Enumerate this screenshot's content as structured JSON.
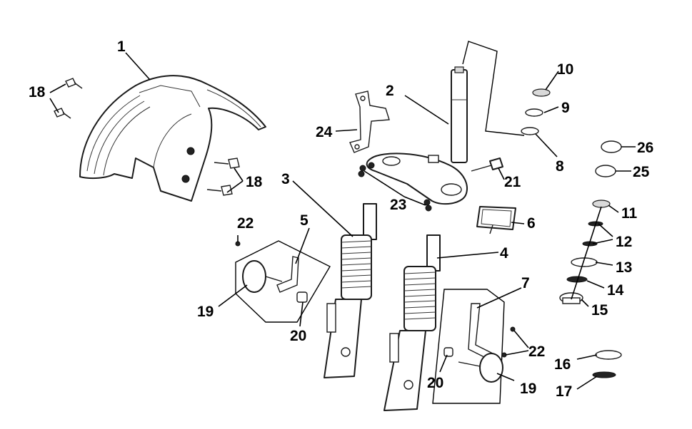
{
  "callouts": [
    {
      "id": "c1",
      "text": "1"
    },
    {
      "id": "c2",
      "text": "2"
    },
    {
      "id": "c3",
      "text": "3"
    },
    {
      "id": "c4",
      "text": "4"
    },
    {
      "id": "c5",
      "text": "5"
    },
    {
      "id": "c6",
      "text": "6"
    },
    {
      "id": "c7",
      "text": "7"
    },
    {
      "id": "c8",
      "text": "8"
    },
    {
      "id": "c9",
      "text": "9"
    },
    {
      "id": "c10",
      "text": "10"
    },
    {
      "id": "c11",
      "text": "11"
    },
    {
      "id": "c12",
      "text": "12"
    },
    {
      "id": "c13",
      "text": "13"
    },
    {
      "id": "c14",
      "text": "14"
    },
    {
      "id": "c15",
      "text": "15"
    },
    {
      "id": "c16",
      "text": "16"
    },
    {
      "id": "c17",
      "text": "17"
    },
    {
      "id": "c18a",
      "text": "18"
    },
    {
      "id": "c18b",
      "text": "18"
    },
    {
      "id": "c19a",
      "text": "19"
    },
    {
      "id": "c19b",
      "text": "19"
    },
    {
      "id": "c20a",
      "text": "20"
    },
    {
      "id": "c20b",
      "text": "20"
    },
    {
      "id": "c21",
      "text": "21"
    },
    {
      "id": "c22a",
      "text": "22"
    },
    {
      "id": "c22b",
      "text": "22"
    },
    {
      "id": "c23",
      "text": "23"
    },
    {
      "id": "c24",
      "text": "24"
    },
    {
      "id": "c25",
      "text": "25"
    },
    {
      "id": "c26",
      "text": "26"
    }
  ]
}
